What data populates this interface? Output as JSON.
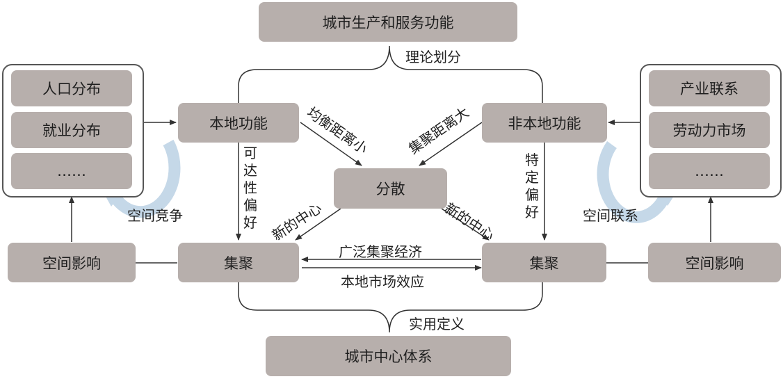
{
  "top": {
    "title": "城市生产和服务功能",
    "theory_label": "理论划分"
  },
  "bottom": {
    "title": "城市中心体系",
    "practice_label": "实用定义"
  },
  "left_panel": {
    "items": [
      "人口分布",
      "就业分布",
      "……"
    ],
    "cycle_label": "空间竞争",
    "impact": "空间影响"
  },
  "right_panel": {
    "items": [
      "产业联系",
      "劳动力市场",
      "……"
    ],
    "cycle_label": "空间联系",
    "impact": "空间影响"
  },
  "center": {
    "local_function": "本地功能",
    "nonlocal_function": "非本地功能",
    "dispersion": "分散",
    "agglomeration_left": "集聚",
    "agglomeration_right": "集聚",
    "balanced_distance": "均衡距离小",
    "agglomeration_distance": "集聚距离大",
    "accessibility_pref": "可达性偏好",
    "specific_pref": "特定偏好",
    "new_center_left": "新的中心",
    "new_center_right": "新的中心",
    "broad_economies": "广泛集聚经济",
    "home_market_effect": "本地市场效应"
  },
  "colors": {
    "box": "#b7afac",
    "cycle_arrow": "#c5d8e8",
    "line": "#333333"
  }
}
